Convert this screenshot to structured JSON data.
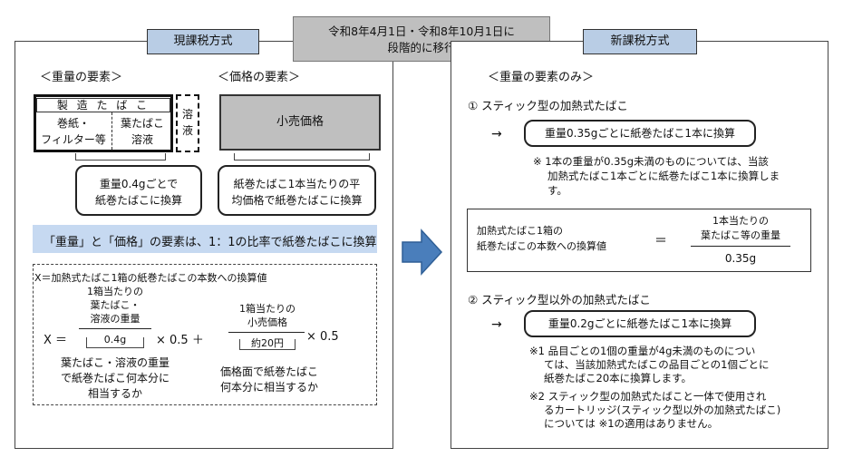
{
  "top_banner": {
    "line1": "令和8年4月1日・令和8年10月1日に",
    "line2": "段階的に移行"
  },
  "left": {
    "tab": "現課税方式",
    "weight_heading": "＜重量の要素＞",
    "price_heading": "＜価格の要素＞",
    "cigar_title": "製 造 た ば こ",
    "paper_filter": [
      "巻紙・",
      "フィルター等"
    ],
    "leaf_liquid": [
      "葉たばこ",
      "溶液"
    ],
    "liquid": [
      "溶",
      "液"
    ],
    "retail_price": "小売価格",
    "weight_note": [
      "重量0.4gごとで",
      "紙巻たばこに換算"
    ],
    "price_note": [
      "紙巻たばこ1本当たりの平",
      "均価格で紙巻たばこに換算"
    ],
    "ratio_banner": "「重量」と「価格」の要素は、1：1の比率で紙巻たばこに換算",
    "formula_title": "X＝加熱式たばこ1箱の紙巻たばこの本数への換算値",
    "x_eq": "X ＝",
    "num1": [
      "1箱当たりの",
      "葉たばこ・",
      "溶液の重量"
    ],
    "den1": "0.4g",
    "mul1": "× 0.5 ＋",
    "num2": [
      "1箱当たりの",
      "小売価格"
    ],
    "den2": "約20円",
    "mul2": "× 0.5",
    "note1": [
      "葉たばこ・溶液の重量",
      "で紙巻たばこ何本分に",
      "相当するか"
    ],
    "note2": [
      "価格面で紙巻たばこ",
      "何本分に相当するか"
    ]
  },
  "right": {
    "tab": "新課税方式",
    "heading": "＜重量の要素のみ＞",
    "item1": "① スティック型の加熱式たばこ",
    "arrow": "→",
    "box1": "重量0.35gごとに紙巻たばこ1本に換算",
    "note1": [
      "※ 1本の重量が0.35g未満のものについては、当該",
      "加熱式たばこ1本ごとに紙巻たばこ1本に換算しま",
      "す。"
    ],
    "formula_left": [
      "加熱式たばこ1箱の",
      "紙巻たばこの本数への換算値"
    ],
    "formula_eq": "＝",
    "formula_num": [
      "1本当たりの",
      "葉たばこ等の重量"
    ],
    "formula_den": "0.35g",
    "item2": "② スティック型以外の加熱式たばこ",
    "box2": "重量0.2gごとに紙巻たばこ1本に換算",
    "note2a": [
      "※1 品目ごとの1個の重量が4g未満のものについ",
      "ては、当該加熱式たばこの品目ごとの1個ごとに",
      "紙巻たばこ20本に換算します。"
    ],
    "note2b": [
      "※2 スティック型の加熱式たばこと一体で使用され",
      "るカートリッジ(スティック型以外の加熱式たばこ)",
      "については ※1の適用はありません。"
    ]
  },
  "colors": {
    "tab": "#b9cde5",
    "arrow": "#4a7ebb",
    "banner": "#c6d9f1",
    "gray": "#bfbfbf"
  }
}
